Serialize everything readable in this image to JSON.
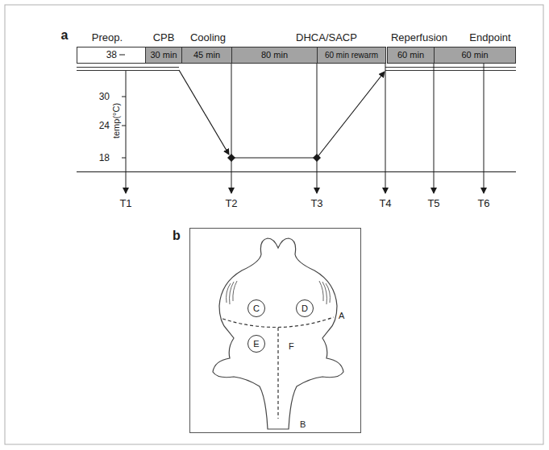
{
  "diagram": {
    "nodes": [
      {
        "text": [
          "30 min"
        ]
      },
      {
        "text": [
          "45 min"
        ]
      },
      {
        "text": [
          "80 min"
        ]
      },
      {
        "text": [
          "60 min rewarm"
        ]
      },
      {
        "text": [
          "60 min"
        ]
      },
      {
        "text": [
          "60 min"
        ]
      },
      {
        "text": [
          "C"
        ]
      },
      {
        "text": [
          "D"
        ]
      },
      {
        "text": [
          "E"
        ]
      }
    ],
    "labels": [
      "a",
      "Preop.",
      "CPB",
      "Cooling",
      "DHCA/SACP",
      "Reperfusion",
      "Endpoint",
      "38",
      "30",
      "24",
      "18",
      "temp(°C)",
      "T1",
      "T2",
      "T3",
      "T4",
      "T5",
      "T6",
      "b",
      "A",
      "F",
      "B"
    ]
  }
}
